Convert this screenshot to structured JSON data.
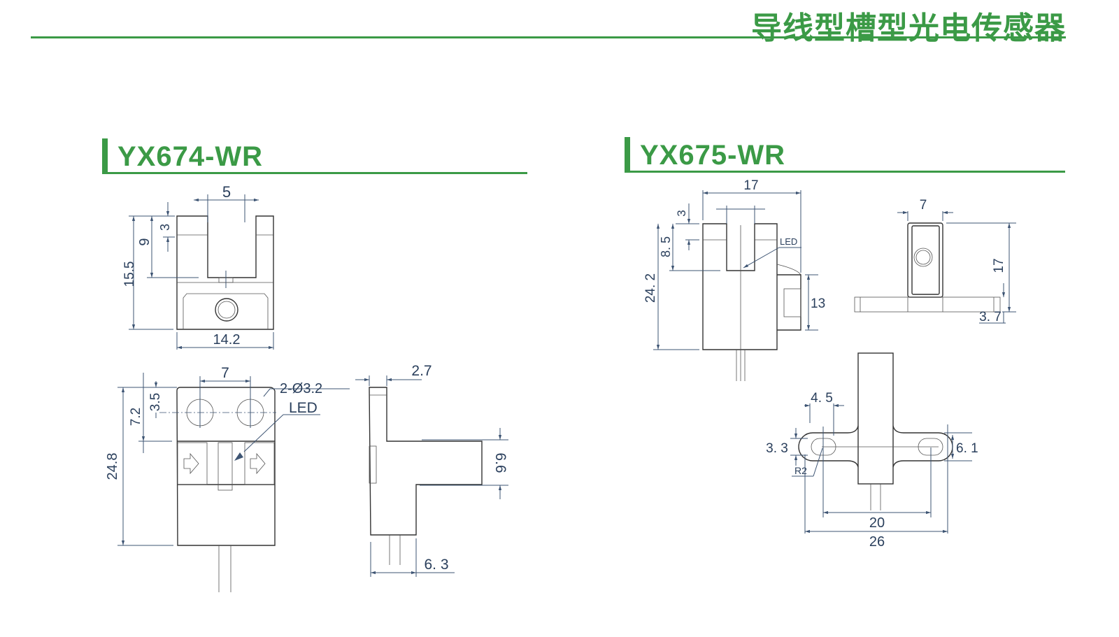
{
  "header": {
    "title": "导线型槽型光电传感器"
  },
  "colors": {
    "accent": "#3b9a46",
    "dimension": "#2a3f5c",
    "outline": "#333333"
  },
  "sections": [
    {
      "model": "YX674-WR",
      "front_view": {
        "slot_width": "5",
        "slot_top": "3",
        "slot_depth": "9",
        "height": "15.5",
        "width": "14.2"
      },
      "top_view": {
        "hole_pitch": "7",
        "hole_spec": "2-Ø3.2",
        "led_label": "LED",
        "hole_offset": "3.5",
        "top_depth": "7.2",
        "length": "24.8"
      },
      "side_view": {
        "thickness": "2.7",
        "flange": "6.6",
        "base": "6. 3"
      }
    },
    {
      "model": "YX675-WR",
      "front_view": {
        "width": "17",
        "slot_top": "3",
        "slot_depth": "8. 5",
        "height": "24. 2",
        "led_label": "LED",
        "connector": "13"
      },
      "end_view": {
        "width": "7",
        "height": "17",
        "base": "3. 7"
      },
      "bottom_view": {
        "slot_length": "4. 5",
        "slot_width": "3. 3",
        "radius": "R2",
        "flange_width": "6. 1",
        "pitch": "20",
        "overall": "26"
      }
    }
  ]
}
